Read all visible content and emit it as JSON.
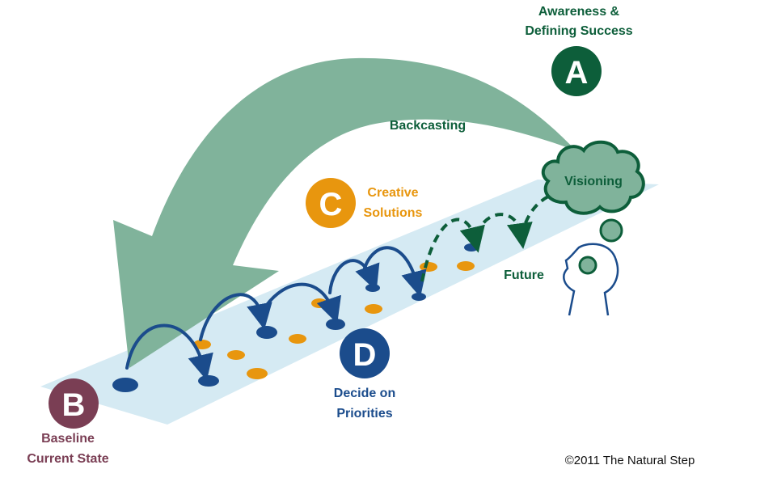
{
  "colors": {
    "green_dark": "#0d5e3a",
    "green_light": "#80b39b",
    "orange": "#e8960e",
    "navy": "#1b4c8c",
    "maroon": "#7a3e54",
    "path": "#d5eaf3"
  },
  "steps": {
    "a": {
      "letter": "A",
      "line1": "Awareness &",
      "line2": "Defining Success"
    },
    "b": {
      "letter": "B",
      "line1": "Baseline",
      "line2": "Current State"
    },
    "c": {
      "letter": "C",
      "line1": "Creative",
      "line2": "Solutions"
    },
    "d": {
      "letter": "D",
      "line1": "Decide on",
      "line2": "Priorities"
    }
  },
  "labels": {
    "backcasting": "Backcasting",
    "visioning": "Visioning",
    "future": "Future"
  },
  "copyright": "©2011 The Natural Step"
}
